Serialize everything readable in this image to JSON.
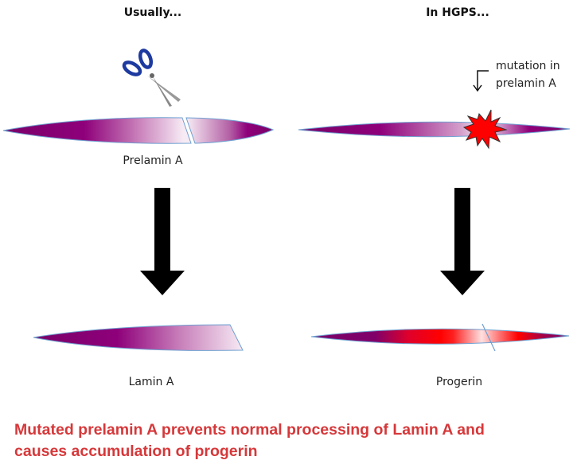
{
  "headers": {
    "left": "Usually...",
    "right": "In HGPS..."
  },
  "labels": {
    "prelamin": "Prelamin A",
    "lamin": "Lamin A",
    "progerin": "Progerin",
    "mutation_line1": "mutation in",
    "mutation_line2": "prelamin A"
  },
  "caption": {
    "line1": "Mutated prelamin A prevents normal processing of Lamin A and",
    "line2": "causes accumulation of progerin"
  },
  "colors": {
    "purple": "#85006f",
    "red": "#ff0000",
    "caption": "#d6383a",
    "outline": "#6fa0d0"
  }
}
